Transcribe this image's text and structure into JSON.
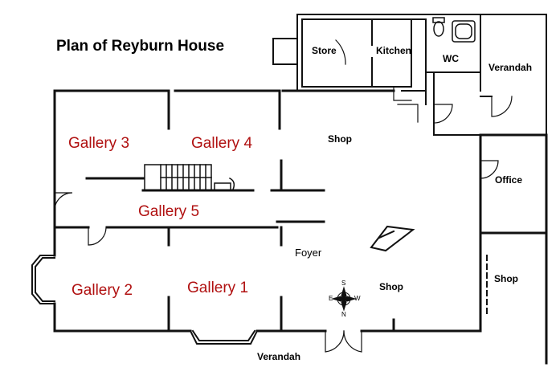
{
  "title": "Plan of Reyburn House",
  "galleries": {
    "g1": "Gallery 1",
    "g2": "Gallery 2",
    "g3": "Gallery 3",
    "g4": "Gallery 4",
    "g5": "Gallery 5"
  },
  "rooms": {
    "store": "Store",
    "kitchen": "Kitchen",
    "wc": "WC",
    "verandah_top": "Verandah",
    "shop_upper": "Shop",
    "office": "Office",
    "shop_center": "Shop",
    "shop_right": "Shop",
    "foyer": "Foyer",
    "verandah_bottom": "Verandah"
  },
  "compass": {
    "n": "N",
    "s": "S",
    "e": "E",
    "w": "W"
  },
  "colors": {
    "gallery_text": "#b01010",
    "walls": "#111111"
  }
}
